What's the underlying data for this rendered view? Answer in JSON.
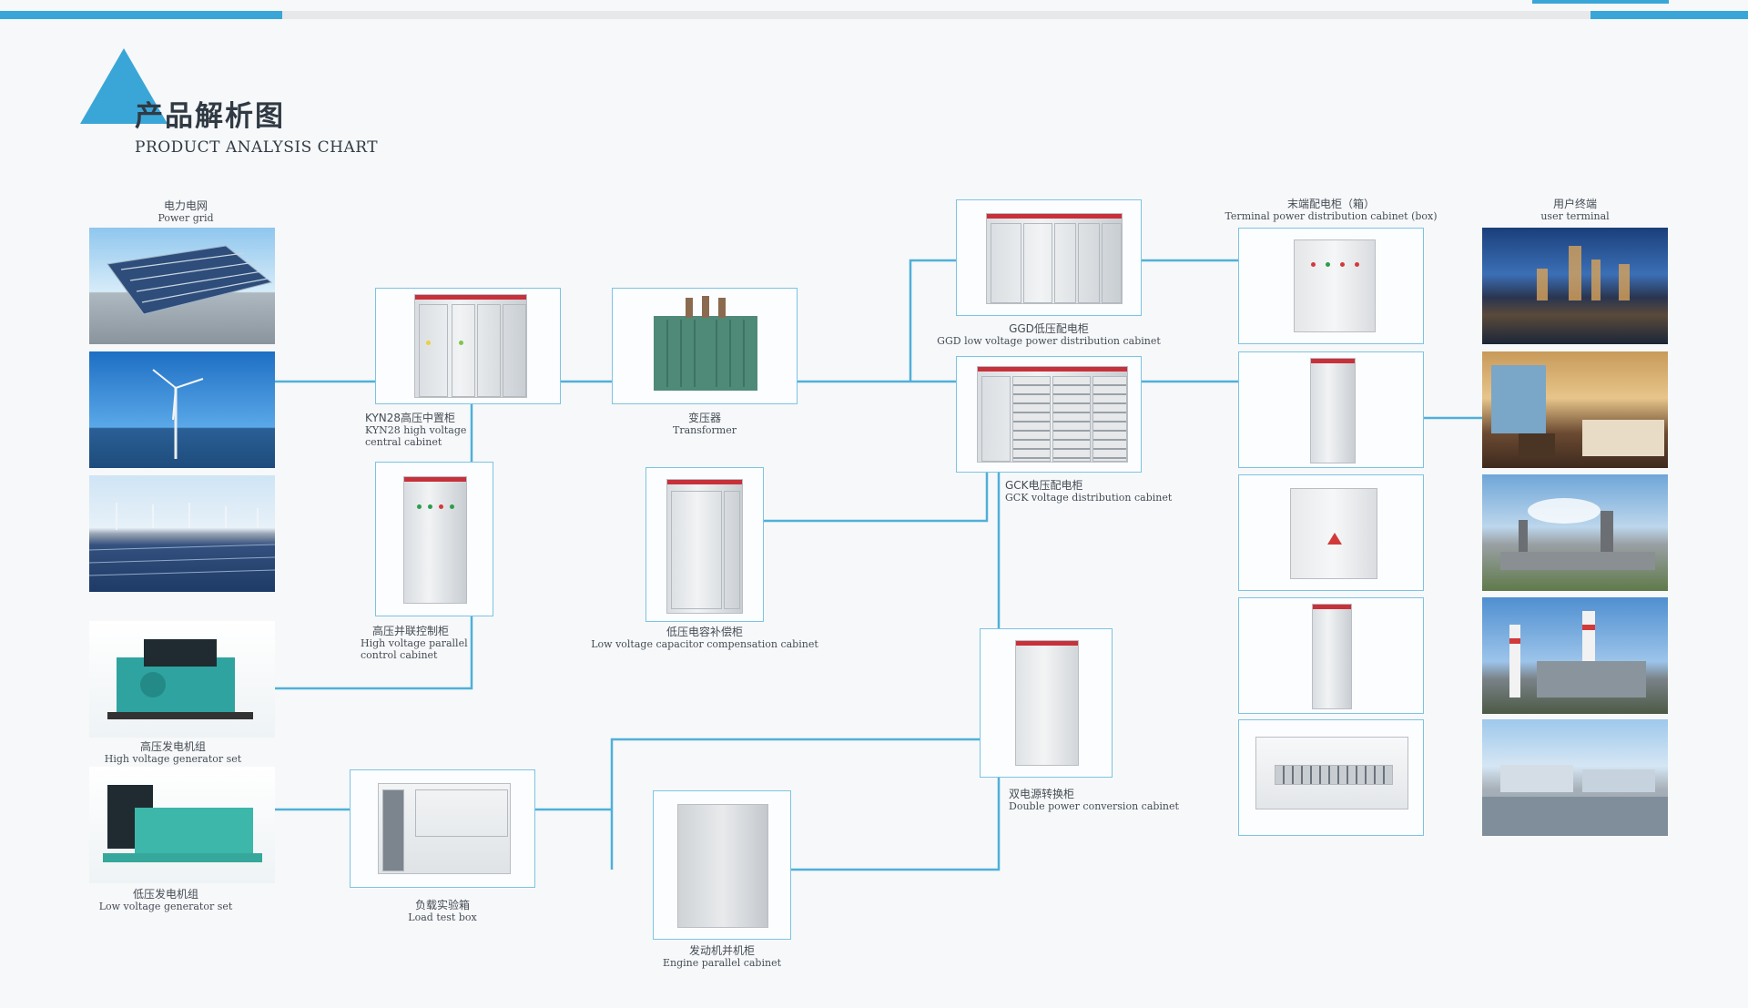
{
  "header": {
    "title_cn": "产品解析图",
    "title_en": "PRODUCT ANALYSIS CHART"
  },
  "colors": {
    "accent": "#3aa6d8",
    "connector": "#4fb0d9",
    "frame": "#7cc4e4",
    "cabinet_stripe": "#c8303a"
  },
  "labels": {
    "power_grid": {
      "cn": "电力电网",
      "en": "Power grid"
    },
    "hv_generator": {
      "cn": "高压发电机组",
      "en": "High voltage generator set"
    },
    "lv_generator": {
      "cn": "低压发电机组",
      "en": "Low voltage generator set"
    },
    "kyn28": {
      "cn": "KYN28高压中置柜",
      "en1": "KYN28 high voltage",
      "en2": "central cabinet"
    },
    "hv_parallel": {
      "cn": "高压并联控制柜",
      "en1": "High voltage parallel",
      "en2": "control cabinet"
    },
    "load_test": {
      "cn": "负载实验箱",
      "en": "Load test box"
    },
    "transformer": {
      "cn": "变压器",
      "en": "Transformer"
    },
    "lv_capacitor": {
      "cn": "低压电容补偿柜",
      "en": "Low voltage capacitor compensation cabinet"
    },
    "engine_parallel": {
      "cn": "发动机并机柜",
      "en": "Engine parallel cabinet"
    },
    "ggd": {
      "cn": "GGD低压配电柜",
      "en": "GGD low voltage power distribution cabinet"
    },
    "gck": {
      "cn": "GCK电压配电柜",
      "en": "GCK voltage distribution cabinet"
    },
    "double_power": {
      "cn": "双电源转换柜",
      "en": "Double power conversion cabinet"
    },
    "terminal": {
      "cn": "末端配电柜（箱）",
      "en": "Terminal power distribution cabinet (box)"
    },
    "user_terminal": {
      "cn": "用户终端",
      "en": "user terminal"
    }
  }
}
